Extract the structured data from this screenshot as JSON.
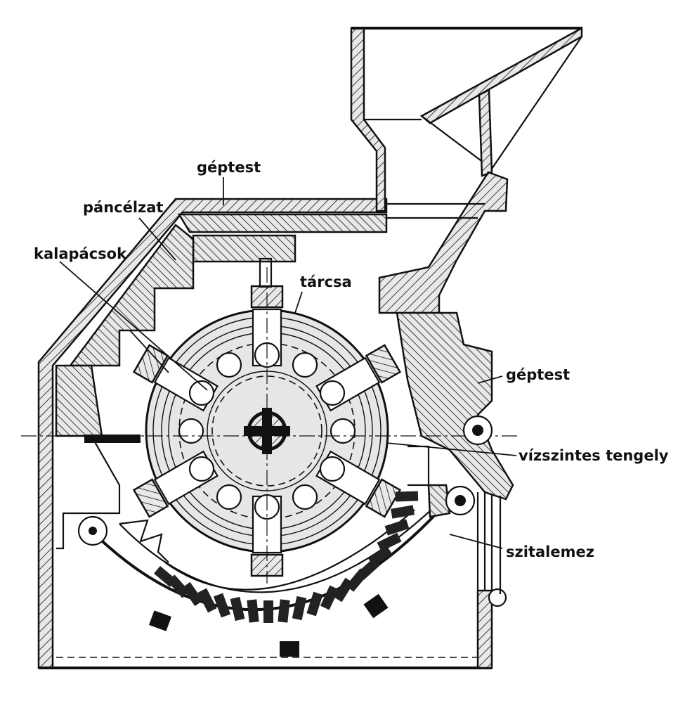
{
  "labels": {
    "geptest_top": "géptest",
    "pancelzat": "páncélzat",
    "kalapacsok": "kalapácsok",
    "tarcsa": "tárcsa",
    "geptest_right": "géptest",
    "vizszintes_tengely": "vízszintes tengely",
    "szitalemez": "szitalemez"
  }
}
